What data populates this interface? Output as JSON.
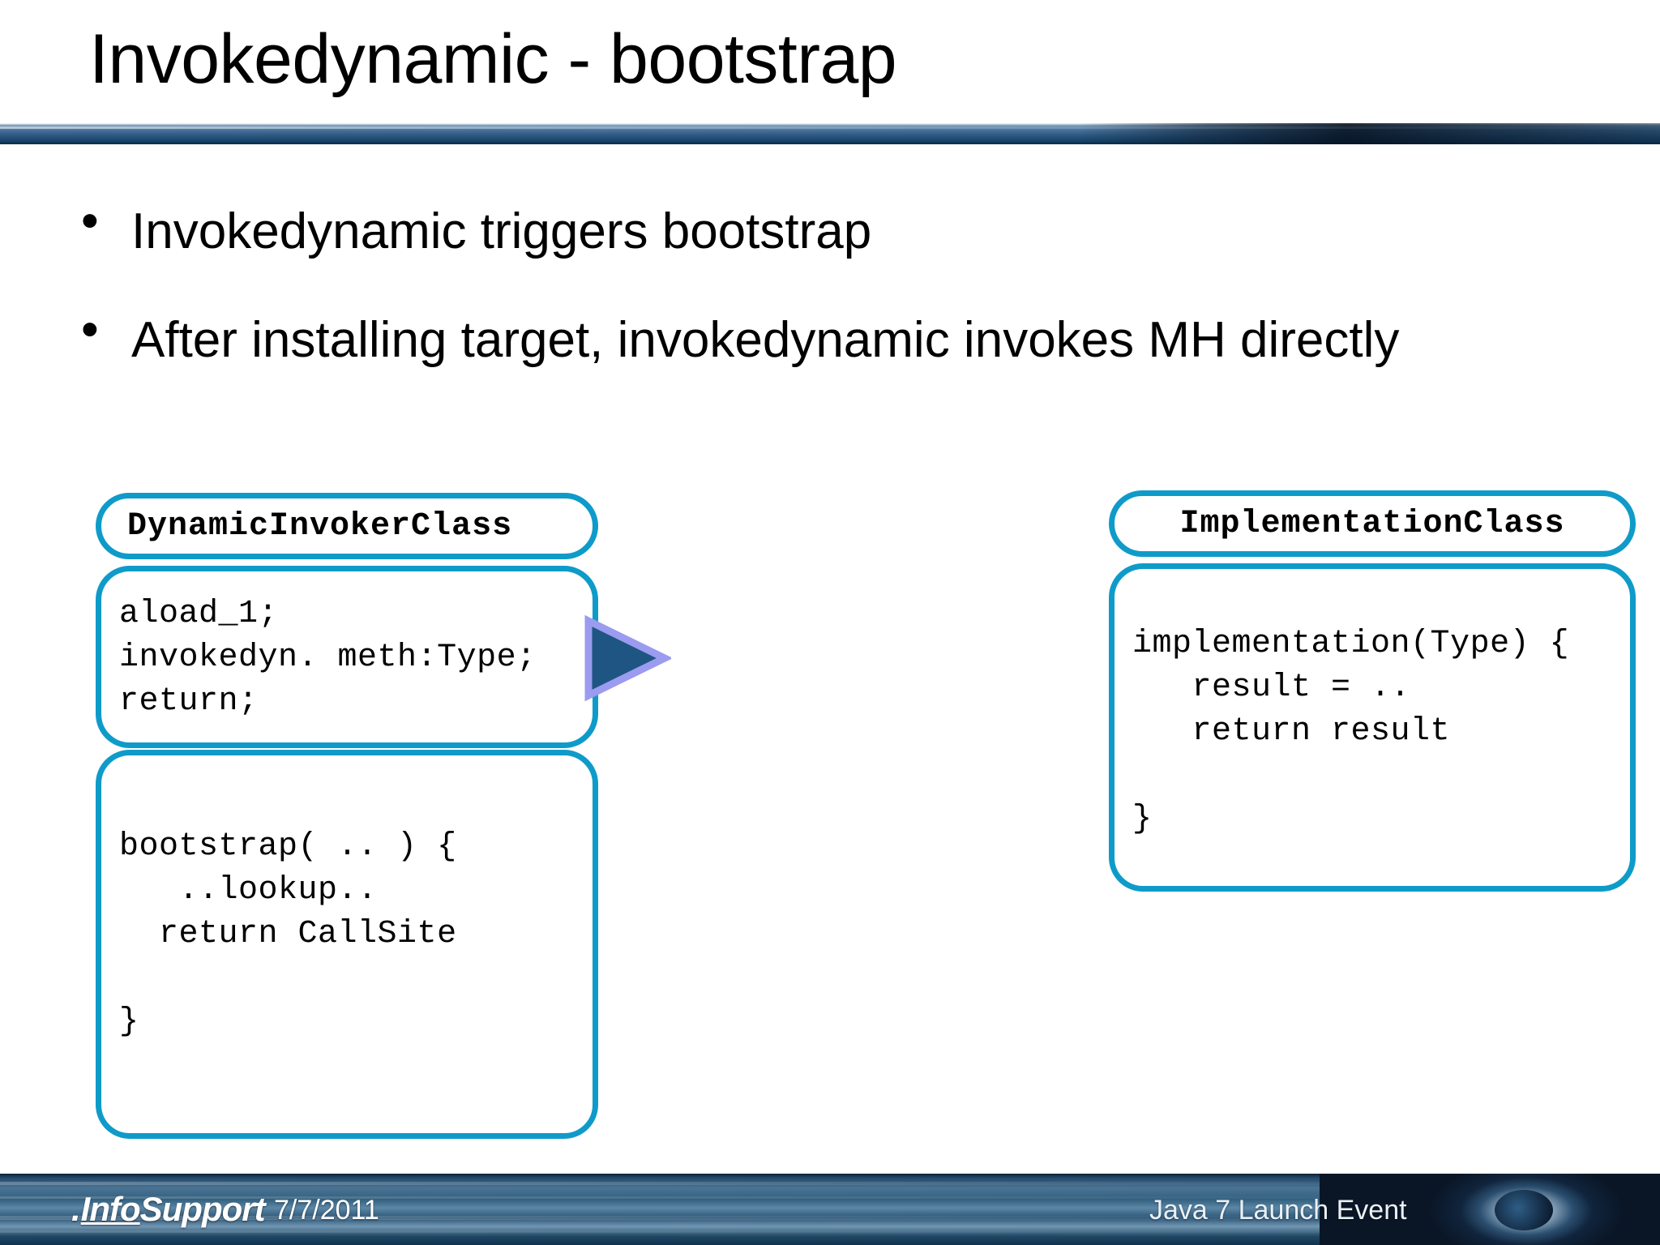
{
  "slide": {
    "title": "Invokedynamic - bootstrap",
    "accent_color": "#0f9bc9",
    "header_bar_color": "#2e5880",
    "arrow_fill": "#1f5582",
    "arrow_stroke": "#9b9bf0"
  },
  "bullets": [
    {
      "marker": "•",
      "text": "Invokedynamic triggers bootstrap"
    },
    {
      "marker": "•",
      "text": "After installing target, invokedynamic invokes MH directly"
    }
  ],
  "boxes": {
    "invoker": {
      "title": "DynamicInvokerClass",
      "code": "aload_1;\ninvokedyn. meth:Type;\nreturn;"
    },
    "bootstrap": {
      "code": "bootstrap( .. ) {\n   ..lookup..\n  return CallSite\n\n}"
    },
    "implementation": {
      "title": "ImplementationClass",
      "code": "implementation(Type) {\n   result = ..\n   return result\n\n}"
    }
  },
  "footer": {
    "logo_dot": ".",
    "logo_info": "Info",
    "logo_support": "Support",
    "date": "7/7/2011",
    "event": "Java 7 Launch Event"
  }
}
